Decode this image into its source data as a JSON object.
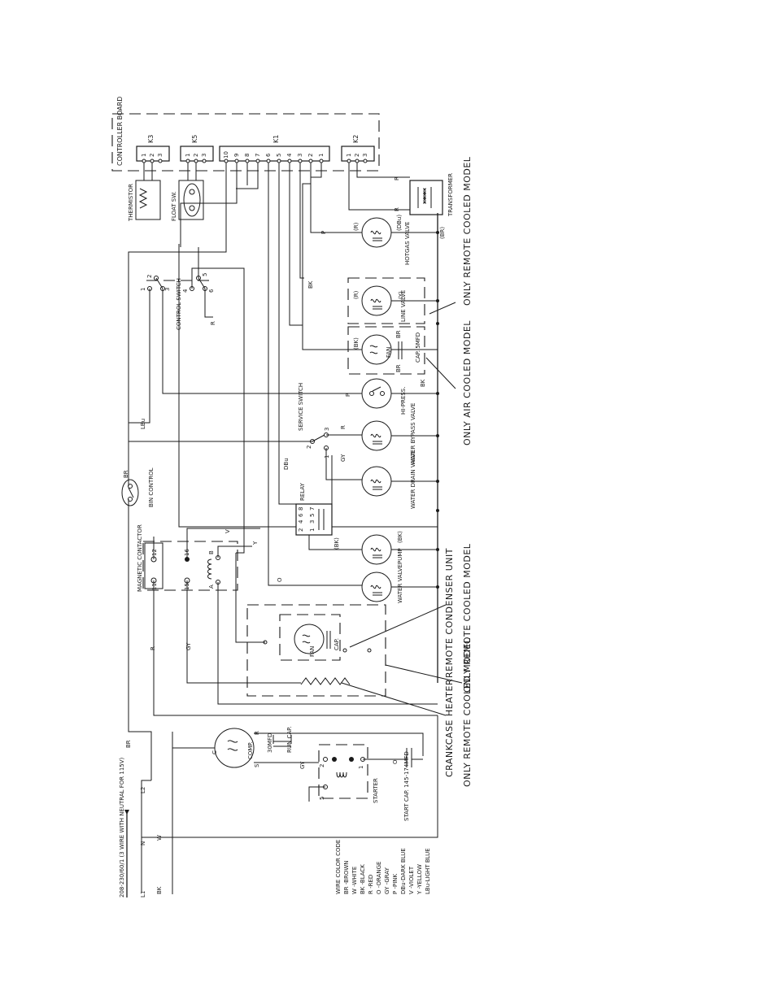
{
  "controller": {
    "board_label": "CONTROLLER BOARD",
    "k3": "K3",
    "k5": "K5",
    "k1": "K1",
    "k2": "K2",
    "k3_pins": [
      "1",
      "2",
      "3"
    ],
    "k5_pins": [
      "1",
      "2",
      "3"
    ],
    "k1_pins": [
      "10",
      "9",
      "8",
      "7",
      "6",
      "5",
      "4",
      "3",
      "2",
      "1"
    ],
    "k2_pins": [
      "1",
      "2",
      "3"
    ]
  },
  "components": {
    "thermistor": "THERMISTOR",
    "float_switch": "FLOAT SW.",
    "transformer": "TRANSFORMER",
    "control_switch": "CONTROL SWITCH",
    "control_switch_pins": [
      "1",
      "2",
      "3",
      "4",
      "5",
      "6"
    ],
    "hotgas_valve": "HOTGAS VALVE",
    "line_valve": "LINE VALVE",
    "fan": "FAN",
    "cap_5mfd": "CAP. 5MFD",
    "hi_press": "HI-PRESS.",
    "service_switch": "SERVICE SWITCH",
    "service_switch_pins": [
      "1",
      "2",
      "3"
    ],
    "water_bypass_valve": "WATER BYPASS VALVE",
    "water_drain_valve": "WATER DRAIN VALVE",
    "relay": "RELAY",
    "relay_pins": [
      "2",
      "4",
      "6",
      "8",
      "1",
      "3",
      "5",
      "7"
    ],
    "bin_control": "BIN CONTROL",
    "magnetic_contactor": "MAGNETIC CONTACTOR",
    "mc_pins": [
      "12",
      "16",
      "11",
      "15",
      "B",
      "A"
    ],
    "pump": "PUMP",
    "water_valve": "WATER VALVE",
    "rc_fan": "FAN",
    "rc_cap": "CAP.",
    "comp": "COMP.",
    "comp_terminals": [
      "C",
      "R",
      "S"
    ],
    "run_cap": "RUN CAP.",
    "run_cap_value": "30MFD",
    "starter": "STARTER",
    "starter_pins": [
      "1",
      "2",
      "5"
    ],
    "start_cap": "START CAP. 145-174MFD"
  },
  "wire_labels": {
    "r1": "R",
    "r2": "R",
    "p1": "P",
    "r_k1": "(R)",
    "dbu_hg": "(DBu)",
    "br_tr": "(BR)",
    "bk_lv": "BK",
    "r_lv": "(R)",
    "y_lv": "(Y)",
    "r_cs": "R",
    "bk_fan": "(BK)",
    "br_fan1": "BR",
    "br_fan2": "BR",
    "p_hp": "P",
    "bk_hp": "BK",
    "lbu": "LBu",
    "r_ss": "R",
    "dbu_ss": "DBu",
    "gy_ss": "GY",
    "br_bin": "BR",
    "v": "V",
    "y": "Y",
    "bk_relay": "(BK)",
    "bk_pump": "(BK)",
    "o_wv": "O",
    "r_mc": "R",
    "gy_mc": "GY",
    "br_l2": "BR",
    "gy_comp": "GY",
    "o_sc": "O",
    "w_n": "W",
    "bk_l1": "BK",
    "l1": "L1",
    "n": "N",
    "l2": "L2"
  },
  "notes": {
    "power": "208-230/60/1 (3 WIRE WITH NEUTRAL FOR 115V)",
    "only_remote_cooled_top": "ONLY REMOTE COOLED MODEL",
    "only_air_cooled": "ONLY AIR COOLED MODEL",
    "remote_condenser_unit": "REMOTE CONDENSER UNIT",
    "only_remote_cooled_mid": "ONLY REMOTE COOLED MODEL",
    "crankcase_heater": "CRANKCASE HEATER",
    "only_remote_cooled_bottom": "ONLY REMOTE COOLED MODEL"
  },
  "color_code": {
    "title": "WIRE COLOR CODE",
    "entries": [
      "BR -BROWN",
      "W -WHITE",
      "BK -BLACK",
      "R -RED",
      "O -ORANGE",
      "GY -GRAY",
      "P -PINK",
      "DBu-DARK BLUE",
      "V -VIOLET",
      "Y -YELLOW",
      "LBu-LIGHT BLUE"
    ]
  }
}
